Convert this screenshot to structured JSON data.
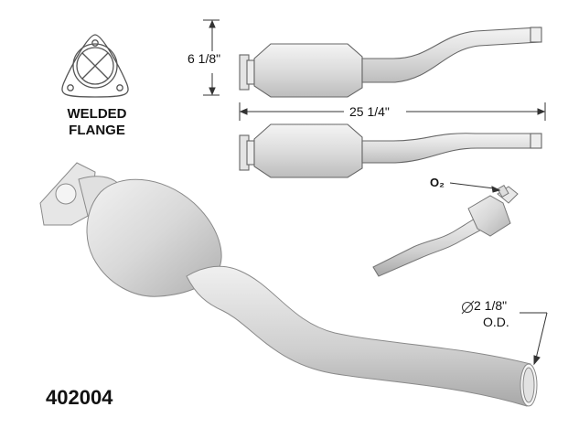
{
  "flange": {
    "line1": "WELDED",
    "line2": "FLANGE"
  },
  "dimensions": {
    "height": "6 1/8\"",
    "length": "25 1/4\"",
    "diameter": "2 1/8\"",
    "outer_diameter": "O.D."
  },
  "sensor_label": "O₂",
  "part_number": "402004",
  "icons": {
    "flange": "welded-flange-icon",
    "diameter": "diameter-symbol-icon"
  },
  "colors": {
    "outline": "#555555",
    "part_fill": "#d6d6d6",
    "text": "#111111"
  }
}
